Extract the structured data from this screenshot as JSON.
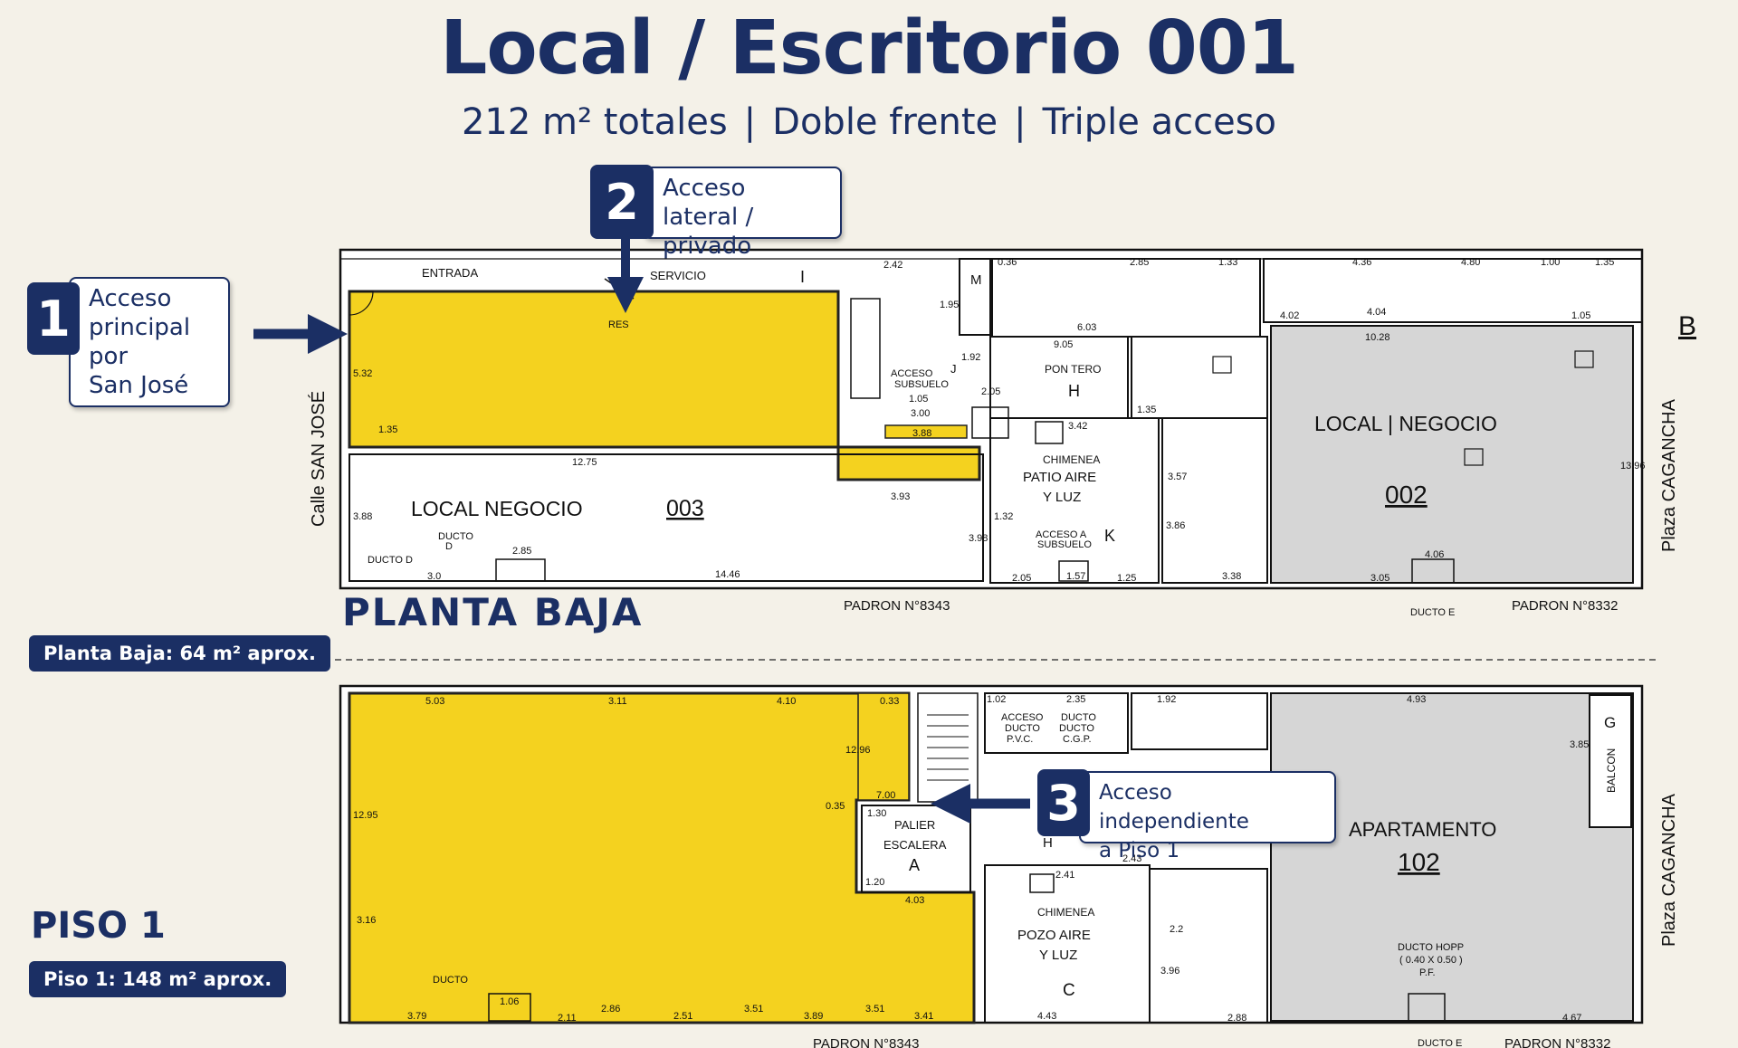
{
  "header": {
    "title": "Local / Escritorio 001",
    "subtitle_parts": [
      "212 m² totales",
      "Doble frente",
      "Triple acceso"
    ],
    "separator": "|"
  },
  "callouts": [
    {
      "number": "1",
      "text_lines": [
        "Acceso",
        "principal por",
        "San José"
      ]
    },
    {
      "number": "2",
      "text_lines": [
        "Acceso lateral /",
        "privado"
      ]
    },
    {
      "number": "3",
      "text_lines": [
        "Acceso independiente",
        "a Piso 1"
      ]
    }
  ],
  "ground_floor": {
    "section_label": "PLANTA BAJA",
    "area_pill": "Planta Baja: 64 m² aprox.",
    "street_left": "Calle  SAN JOSÉ",
    "street_right": "Plaza  CAGANCHA",
    "padron_1": "PADRON  N°8343",
    "padron_2": "PADRON  N°8332",
    "corner_mark": "B",
    "rooms": {
      "entrada": "ENTRADA",
      "servicio": "SERVICIO",
      "res": "RES",
      "acceso_subsuelo": "ACCESO",
      "acceso_subsuelo_2": "SUBSUELO",
      "acceso_subsuelo_letter": "J",
      "m_letter": "M",
      "porteria": "PON TERO",
      "h_letter": "H",
      "i_letter": "I",
      "chimenea": "CHIMENEA",
      "patio_aire": "PATIO  AIRE",
      "y_luz": "Y  LUZ",
      "acceso_sub_k": "ACCESO A",
      "acceso_sub_k2": "SUBSUELO",
      "k_letter": "K",
      "local_003_label": "LOCAL    NEGOCIO",
      "local_003_number": "003",
      "local_002_label": "LOCAL  |  NEGOCIO",
      "local_002_number": "002",
      "ducto_d": "DUCTO",
      "ducto_d2": "D",
      "ducto_d3": "DUCTO  D",
      "ducto_e": "DUCTO E"
    },
    "dims": [
      "2.42",
      "0.36",
      "2.85",
      "1.33",
      "4.36",
      "4.80",
      "1.00",
      "1.35",
      "1.95",
      "6.03",
      "4.04",
      "4.02",
      "10.28",
      "1.05",
      "5.32",
      "12.75",
      "1.35",
      "3.88",
      "3.93",
      "3.98",
      "14.46",
      "2.85",
      "3.0",
      "4.06",
      "3.05",
      "3.38",
      "2.05",
      "1.25",
      "13.96",
      "1.92",
      "9.05",
      "2.05",
      "3.00",
      "3.88",
      "3.42",
      "1.32",
      "3.86",
      "3.57",
      "1.35",
      "1.57",
      "1.05"
    ]
  },
  "first_floor": {
    "section_label": "PISO 1",
    "area_pill": "Piso 1: 148 m² aprox.",
    "street_right": "Plaza  CAGANCHA",
    "padron_1": "PADRON  N°8343",
    "padron_2": "PADRON  N°8332",
    "rooms": {
      "palier": "PALIER",
      "escalera": "ESCALERA",
      "a_letter": "A",
      "acceso_ducto": "ACCESO",
      "acceso_ducto2": "DUCTO",
      "acceso_ducto3": "P.V.C.",
      "ducto_cgp": "DUCTO",
      "ducto_cgp2": "DUCTO",
      "ducto_cgp3": "C.G.P.",
      "h_letter": "H",
      "chimenea": "CHIMENEA",
      "pozo_aire": "POZO   AIRE",
      "y_luz": "Y  LUZ",
      "c_letter": "C",
      "apartamento": "APARTAMENTO",
      "apartamento_number": "102",
      "balcon": "BALCON",
      "g_letter": "G",
      "ducto_hopp": "DUCTO HOPP",
      "ducto_hopp2": "( 0.40 X 0.50 )",
      "ducto_hopp3": "P.F.",
      "ducto": "DUCTO",
      "ducto_e": "DUCTO E"
    },
    "dims": [
      "5.03",
      "3.11",
      "4.10",
      "0.33",
      "1.02",
      "2.35",
      "1.92",
      "4.93",
      "12.95",
      "12.96",
      "1.30",
      "7.00",
      "0.35",
      "1.20",
      "4.03",
      "3.16",
      "3.79",
      "2.11",
      "2.86",
      "2.51",
      "3.51",
      "3.89",
      "3.51",
      "3.41",
      "4.43",
      "2.88",
      "4.67",
      "2.43",
      "2.41",
      "3.85",
      "3.96",
      "2.2",
      "1.06"
    ]
  },
  "colors": {
    "navy": "#1b2f64",
    "yellow_highlight": "#f4d21f",
    "gray_other_unit": "#d6d6d6",
    "background": "#f4f1e8"
  }
}
